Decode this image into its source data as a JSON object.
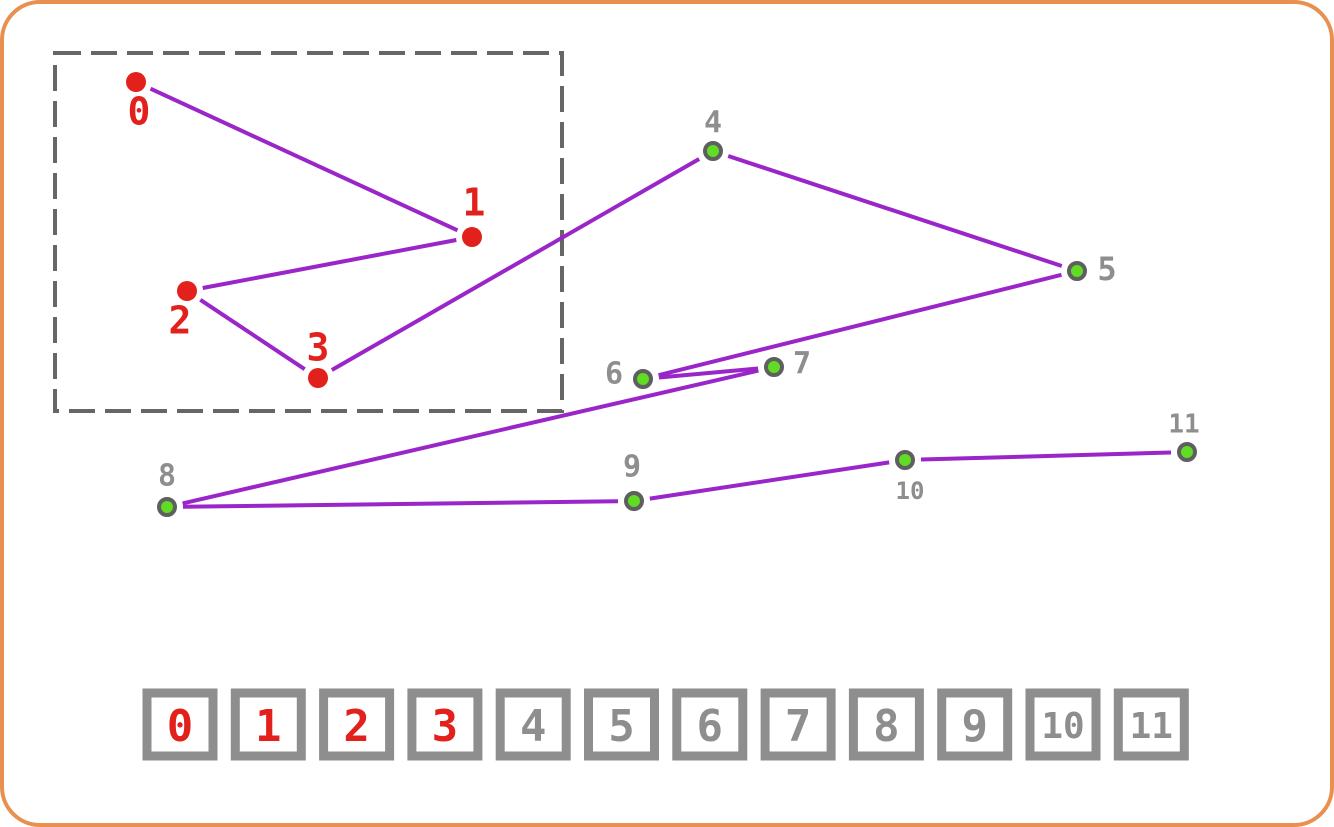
{
  "colors": {
    "frame": "#e8904f",
    "path": "#9a25c8",
    "selected_node": "#e3211c",
    "unselected_node_fill": "#5fdc23",
    "unselected_node_stroke": "#5f5f5f",
    "unselected_label": "#8e8e8e",
    "selection_box": "#666666",
    "tile_border": "#8e8e8e"
  },
  "nodes": [
    {
      "id": "0",
      "label": "0",
      "selected": true
    },
    {
      "id": "1",
      "label": "1",
      "selected": true
    },
    {
      "id": "2",
      "label": "2",
      "selected": true
    },
    {
      "id": "3",
      "label": "3",
      "selected": true
    },
    {
      "id": "4",
      "label": "4",
      "selected": false
    },
    {
      "id": "5",
      "label": "5",
      "selected": false
    },
    {
      "id": "6",
      "label": "6",
      "selected": false
    },
    {
      "id": "7",
      "label": "7",
      "selected": false
    },
    {
      "id": "8",
      "label": "8",
      "selected": false
    },
    {
      "id": "9",
      "label": "9",
      "selected": false
    },
    {
      "id": "10",
      "label": "10",
      "selected": false
    },
    {
      "id": "11",
      "label": "11",
      "selected": false
    }
  ],
  "path_order": [
    "0",
    "1",
    "2",
    "3",
    "4",
    "5",
    "6",
    "7",
    "8",
    "9",
    "10",
    "11"
  ],
  "tiles": [
    {
      "label": "0",
      "selected": true
    },
    {
      "label": "1",
      "selected": true
    },
    {
      "label": "2",
      "selected": true
    },
    {
      "label": "3",
      "selected": true
    },
    {
      "label": "4",
      "selected": false
    },
    {
      "label": "5",
      "selected": false
    },
    {
      "label": "6",
      "selected": false
    },
    {
      "label": "7",
      "selected": false
    },
    {
      "label": "8",
      "selected": false
    },
    {
      "label": "9",
      "selected": false
    },
    {
      "label": "10",
      "selected": false
    },
    {
      "label": "11",
      "selected": false
    }
  ]
}
